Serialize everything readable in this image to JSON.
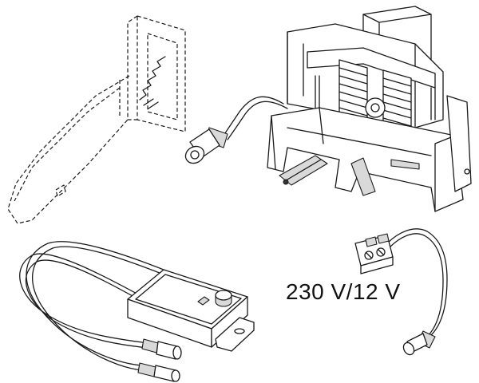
{
  "figure": {
    "voltage_label": "230 V/12 V",
    "parts": [
      "dashed-bracket",
      "valve-actuator-unit",
      "power-adapter",
      "terminal-cable"
    ]
  }
}
